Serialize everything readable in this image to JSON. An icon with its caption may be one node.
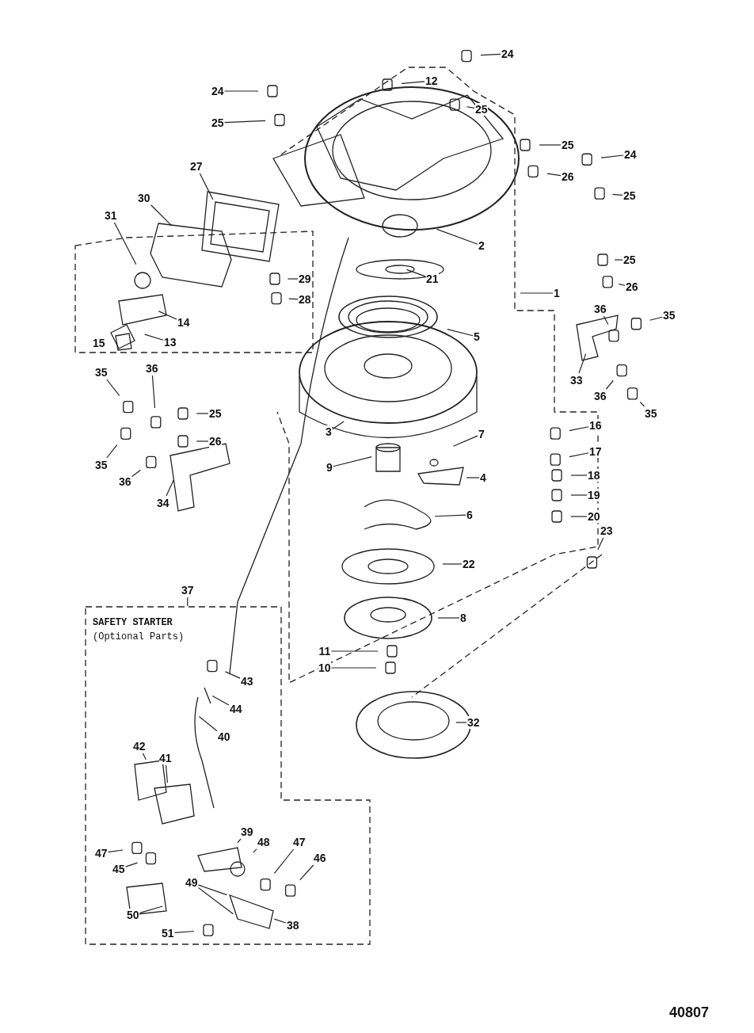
{
  "diagram": {
    "nodes": [
      {
        "text": [
          "SAFETY STARTER",
          "(Optional Parts)"
        ]
      },
      {
        "text": [
          "24"
        ]
      },
      {
        "text": [
          "12"
        ]
      },
      {
        "text": [
          "24"
        ]
      },
      {
        "text": [
          "25"
        ]
      },
      {
        "text": [
          "25"
        ]
      },
      {
        "text": [
          "25"
        ]
      },
      {
        "text": [
          "24"
        ]
      },
      {
        "text": [
          "27"
        ]
      },
      {
        "text": [
          "26"
        ]
      },
      {
        "text": [
          "25"
        ]
      },
      {
        "text": [
          "30"
        ]
      },
      {
        "text": [
          "31"
        ]
      },
      {
        "text": [
          "2"
        ]
      },
      {
        "text": [
          "21"
        ]
      },
      {
        "text": [
          "29"
        ]
      },
      {
        "text": [
          "28"
        ]
      },
      {
        "text": [
          "25"
        ]
      },
      {
        "text": [
          "1"
        ]
      },
      {
        "text": [
          "26"
        ]
      },
      {
        "text": [
          "36"
        ]
      },
      {
        "text": [
          "35"
        ]
      },
      {
        "text": [
          "14"
        ]
      },
      {
        "text": [
          "5"
        ]
      },
      {
        "text": [
          "13"
        ]
      },
      {
        "text": [
          "35"
        ]
      },
      {
        "text": [
          "36"
        ]
      },
      {
        "text": [
          "33"
        ]
      },
      {
        "text": [
          "36"
        ]
      },
      {
        "text": [
          "25"
        ]
      },
      {
        "text": [
          "35"
        ]
      },
      {
        "text": [
          "16"
        ]
      },
      {
        "text": [
          "3"
        ]
      },
      {
        "text": [
          "7"
        ]
      },
      {
        "text": [
          "26"
        ]
      },
      {
        "text": [
          "17"
        ]
      },
      {
        "text": [
          "35"
        ]
      },
      {
        "text": [
          "9"
        ]
      },
      {
        "text": [
          "18"
        ]
      },
      {
        "text": [
          "4"
        ]
      },
      {
        "text": [
          "36"
        ]
      },
      {
        "text": [
          "19"
        ]
      },
      {
        "text": [
          "34"
        ]
      },
      {
        "text": [
          "6"
        ]
      },
      {
        "text": [
          "20"
        ]
      },
      {
        "text": [
          "23"
        ]
      },
      {
        "text": [
          "22"
        ]
      },
      {
        "text": [
          "37"
        ]
      },
      {
        "text": [
          "8"
        ]
      },
      {
        "text": [
          "11"
        ]
      },
      {
        "text": [
          "10"
        ]
      },
      {
        "text": [
          "32"
        ]
      },
      {
        "text": [
          "43"
        ],
        "in": 0
      },
      {
        "text": [
          "44"
        ],
        "in": 0
      },
      {
        "text": [
          "40"
        ],
        "in": 0
      },
      {
        "text": [
          "42"
        ],
        "in": 0
      },
      {
        "text": [
          "41"
        ],
        "in": 0
      },
      {
        "text": [
          "39"
        ],
        "in": 0
      },
      {
        "text": [
          "48"
        ],
        "in": 0
      },
      {
        "text": [
          "47"
        ],
        "in": 0
      },
      {
        "text": [
          "47"
        ],
        "in": 0
      },
      {
        "text": [
          "46"
        ],
        "in": 0
      },
      {
        "text": [
          "45"
        ],
        "in": 0
      },
      {
        "text": [
          "49"
        ],
        "in": 0
      },
      {
        "text": [
          "50"
        ],
        "in": 0
      },
      {
        "text": [
          "38"
        ],
        "in": 0
      },
      {
        "text": [
          "51"
        ],
        "in": 0
      }
    ],
    "edges": [
      {
        "from": 1,
        "to": null,
        "arrow": "none"
      },
      {
        "from": 2,
        "to": null,
        "arrow": "none"
      },
      {
        "from": 3,
        "to": null,
        "arrow": "none"
      },
      {
        "from": 4,
        "to": null,
        "arrow": "none"
      },
      {
        "from": 5,
        "to": null,
        "arrow": "none"
      },
      {
        "from": 6,
        "to": null,
        "arrow": "none"
      },
      {
        "from": 7,
        "to": null,
        "arrow": "none"
      },
      {
        "from": 8,
        "to": null,
        "arrow": "none"
      },
      {
        "from": 9,
        "to": null,
        "arrow": "none"
      },
      {
        "from": 10,
        "to": null,
        "arrow": "none"
      },
      {
        "from": 11,
        "to": null,
        "arrow": "none"
      },
      {
        "from": 12,
        "to": null,
        "arrow": "none"
      },
      {
        "from": 13,
        "to": null,
        "arrow": "none"
      },
      {
        "from": 14,
        "to": null,
        "arrow": "none"
      },
      {
        "from": 15,
        "to": null,
        "arrow": "none"
      },
      {
        "from": 16,
        "to": null,
        "arrow": "none"
      },
      {
        "from": 17,
        "to": null,
        "arrow": "none"
      },
      {
        "from": 18,
        "to": null,
        "arrow": "none"
      },
      {
        "from": 19,
        "to": null,
        "arrow": "none"
      },
      {
        "from": 20,
        "to": null,
        "arrow": "none"
      },
      {
        "from": 21,
        "to": null,
        "arrow": "none"
      },
      {
        "from": 22,
        "to": null,
        "arrow": "none"
      },
      {
        "from": 23,
        "to": null,
        "arrow": "none"
      },
      {
        "from": 24,
        "to": null,
        "arrow": "none"
      },
      {
        "from": 25,
        "to": null,
        "arrow": "none"
      },
      {
        "from": 26,
        "to": null,
        "arrow": "none"
      },
      {
        "from": 27,
        "to": null,
        "arrow": "none"
      },
      {
        "from": 28,
        "to": null,
        "arrow": "none"
      },
      {
        "from": 29,
        "to": null,
        "arrow": "none"
      },
      {
        "from": 30,
        "to": null,
        "arrow": "none"
      },
      {
        "from": 31,
        "to": null,
        "arrow": "none"
      },
      {
        "from": 32,
        "to": null,
        "arrow": "none"
      },
      {
        "from": 33,
        "to": null,
        "arrow": "none"
      },
      {
        "from": 34,
        "to": null,
        "arrow": "none"
      },
      {
        "from": 35,
        "to": null,
        "arrow": "none"
      },
      {
        "from": 36,
        "to": null,
        "arrow": "none"
      },
      {
        "from": 37,
        "to": null,
        "arrow": "none"
      },
      {
        "from": 38,
        "to": null,
        "arrow": "none"
      },
      {
        "from": 39,
        "to": null,
        "arrow": "none"
      },
      {
        "from": 40,
        "to": null,
        "arrow": "none"
      },
      {
        "from": 41,
        "to": null,
        "arrow": "none"
      },
      {
        "from": 42,
        "to": null,
        "arrow": "none"
      },
      {
        "from": 43,
        "to": null,
        "arrow": "none"
      },
      {
        "from": 44,
        "to": null,
        "arrow": "none"
      },
      {
        "from": 45,
        "to": null,
        "arrow": "none"
      },
      {
        "from": 46,
        "to": null,
        "arrow": "none"
      },
      {
        "from": 47,
        "to": 0,
        "arrow": "none"
      },
      {
        "from": 48,
        "to": null,
        "arrow": "none"
      },
      {
        "from": 49,
        "to": null,
        "arrow": "none"
      },
      {
        "from": 50,
        "to": null,
        "arrow": "none"
      },
      {
        "from": 51,
        "to": null,
        "arrow": "none"
      },
      {
        "from": 52,
        "to": null,
        "arrow": "none"
      },
      {
        "from": 53,
        "to": null,
        "arrow": "none"
      },
      {
        "from": 54,
        "to": null,
        "arrow": "none"
      },
      {
        "from": 55,
        "to": null,
        "arrow": "none"
      },
      {
        "from": 56,
        "to": null,
        "arrow": "none"
      },
      {
        "from": 57,
        "to": null,
        "arrow": "none"
      },
      {
        "from": 58,
        "to": null,
        "arrow": "none"
      },
      {
        "from": 59,
        "to": null,
        "arrow": "none"
      },
      {
        "from": 60,
        "to": null,
        "arrow": "none"
      },
      {
        "from": 61,
        "to": null,
        "arrow": "none"
      },
      {
        "from": 62,
        "to": null,
        "arrow": "none"
      },
      {
        "from": 63,
        "to": null,
        "arrow": "none"
      },
      {
        "from": 63,
        "to": null,
        "arrow": "none"
      },
      {
        "from": 64,
        "to": null,
        "arrow": "none"
      },
      {
        "from": 65,
        "to": null,
        "arrow": "none"
      },
      {
        "from": 66,
        "to": null,
        "arrow": "none"
      }
    ],
    "labels": [
      "15",
      "40807"
    ]
  }
}
